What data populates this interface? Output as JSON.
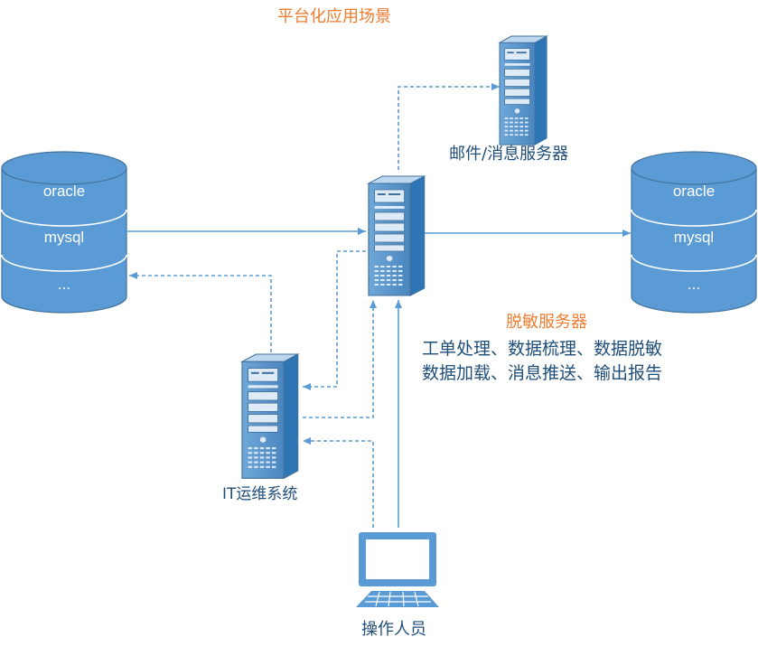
{
  "title": "平台化应用场景",
  "mail_server_label": "邮件/消息服务器",
  "desens_server": {
    "label": "脱敏服务器",
    "features": [
      "工单处理、数据梳理、数据脱敏",
      "数据加载、消息推送、输出报告"
    ]
  },
  "it_system_label": "IT运维系统",
  "operator_label": "操作人员",
  "source_db": {
    "rows": [
      "oracle",
      "mysql",
      "..."
    ]
  },
  "target_db": {
    "rows": [
      "oracle",
      "mysql",
      "..."
    ]
  },
  "colors": {
    "accent_orange": "#ED7D31",
    "text_blue": "#1F4E79",
    "connector": "#5B9BD5",
    "db_fill": "#5B9BD5"
  },
  "icons": [
    "database-icon",
    "server-icon",
    "computer-icon"
  ]
}
